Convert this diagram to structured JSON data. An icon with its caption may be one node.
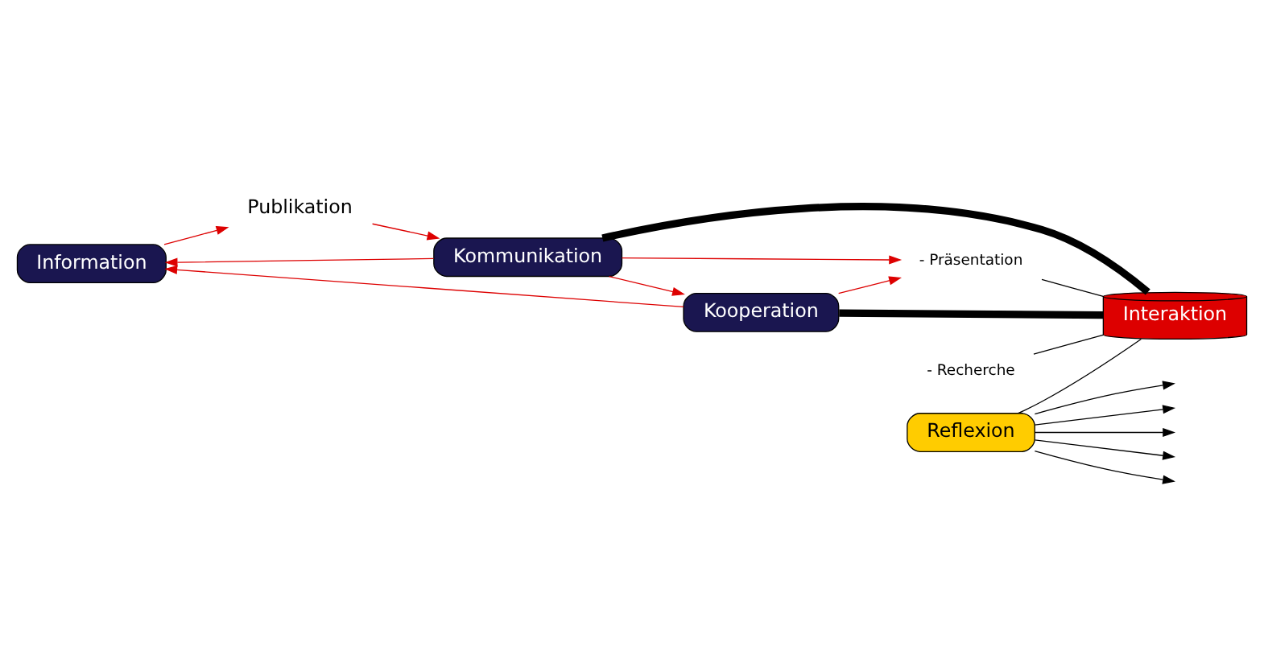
{
  "diagram": {
    "nodes": [
      {
        "text": [
          "Information"
        ]
      },
      {
        "text": [
          "- Recherche"
        ]
      },
      {
        "text": [
          "Publikation"
        ]
      },
      {
        "text": [
          "- Präsentation"
        ]
      },
      {
        "text": [
          "Kommunikation"
        ]
      },
      {
        "text": [
          "Kooperation"
        ]
      },
      {
        "text": [
          "Interaktion"
        ]
      },
      {
        "text": [
          "Reflexion"
        ]
      }
    ],
    "edges": [
      {
        "from": 0,
        "to": 2,
        "arrow": "to",
        "color": "#dd0000"
      },
      {
        "from": 2,
        "to": 4,
        "arrow": "to",
        "color": "#dd0000"
      },
      {
        "from": 4,
        "to": 0,
        "arrow": "to",
        "color": "#dd0000"
      },
      {
        "from": 4,
        "to": 5,
        "arrow": "to",
        "color": "#dd0000"
      },
      {
        "from": 5,
        "to": 0,
        "arrow": "to",
        "color": "#dd0000"
      },
      {
        "from": 4,
        "to": 3,
        "arrow": "to",
        "color": "#dd0000"
      },
      {
        "from": 5,
        "to": 3,
        "arrow": "to",
        "color": "#dd0000"
      },
      {
        "from": 1,
        "to": 6,
        "arrow": "none"
      },
      {
        "from": 3,
        "to": 6,
        "arrow": "none"
      },
      {
        "from": 4,
        "to": 6,
        "arrow": "none",
        "style": "thick"
      },
      {
        "from": 5,
        "to": 6,
        "arrow": "none",
        "style": "thick"
      },
      {
        "from": 7,
        "to": 6,
        "arrow": "none"
      },
      {
        "from": 7,
        "to": null,
        "arrow": "to"
      },
      {
        "from": 7,
        "to": null,
        "arrow": "to"
      },
      {
        "from": 7,
        "to": null,
        "arrow": "to"
      },
      {
        "from": 7,
        "to": null,
        "arrow": "to"
      },
      {
        "from": 7,
        "to": null,
        "arrow": "to"
      }
    ]
  }
}
